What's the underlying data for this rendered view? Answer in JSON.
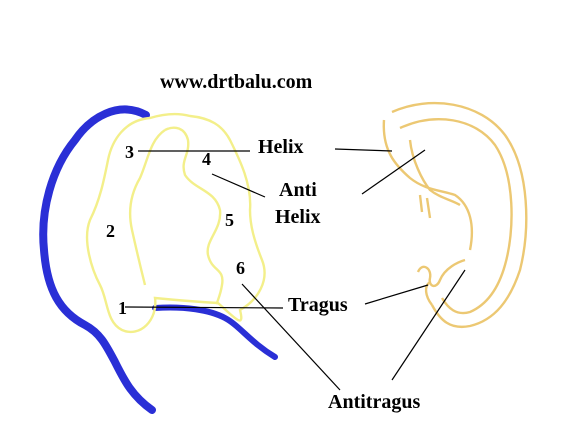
{
  "website": "www.drtbalu.com",
  "labels": {
    "helix": "Helix",
    "anti": "Anti",
    "anti_helix": "Helix",
    "tragus": "Tragus",
    "antitragus": "Antitragus"
  },
  "hillocks": [
    "1",
    "2",
    "3",
    "4",
    "5",
    "6"
  ],
  "colors": {
    "blue_outline": "#2a2fd6",
    "left_ear": "#f3ef8a",
    "right_ear": "#ecc873",
    "leader": "#000000"
  }
}
